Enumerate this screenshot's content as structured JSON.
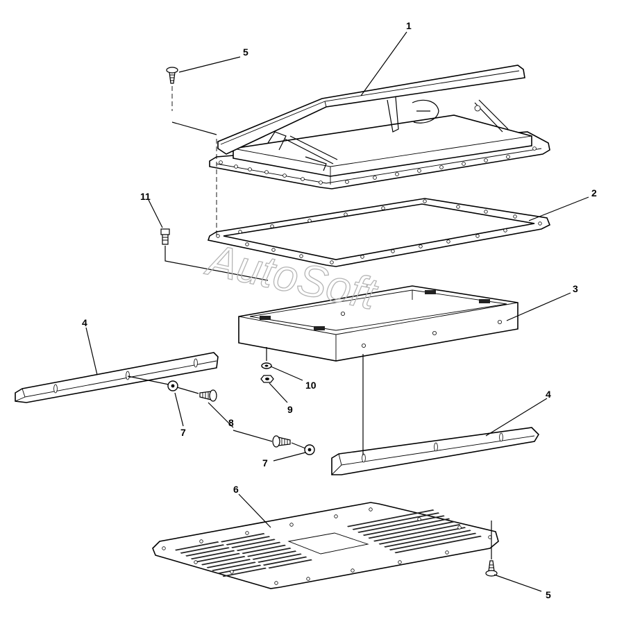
{
  "diagram": {
    "callouts": {
      "p1": "1",
      "p2": "2",
      "p3": "3",
      "p4a": "4",
      "p4b": "4",
      "p5a": "5",
      "p5b": "5",
      "p6": "6",
      "p7a": "7",
      "p7b": "7",
      "p8": "8",
      "p9": "9",
      "p10": "10",
      "p11": "11"
    },
    "watermark": "AutoSoft"
  }
}
